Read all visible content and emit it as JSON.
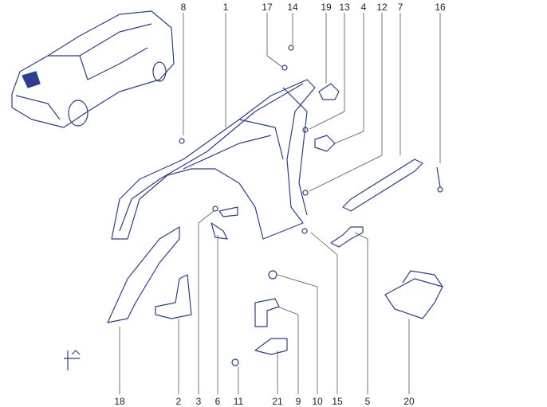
{
  "diagram": {
    "top_callouts": [
      "8",
      "1",
      "17",
      "14",
      "19",
      "13",
      "4",
      "12",
      "7",
      "16"
    ],
    "bottom_callouts": [
      "18",
      "2",
      "3",
      "6",
      "11",
      "21",
      "9",
      "10",
      "15",
      "5",
      "20"
    ],
    "colors": {
      "line": "#2a3f8f",
      "leader": "#555555",
      "text": "#222222"
    }
  }
}
